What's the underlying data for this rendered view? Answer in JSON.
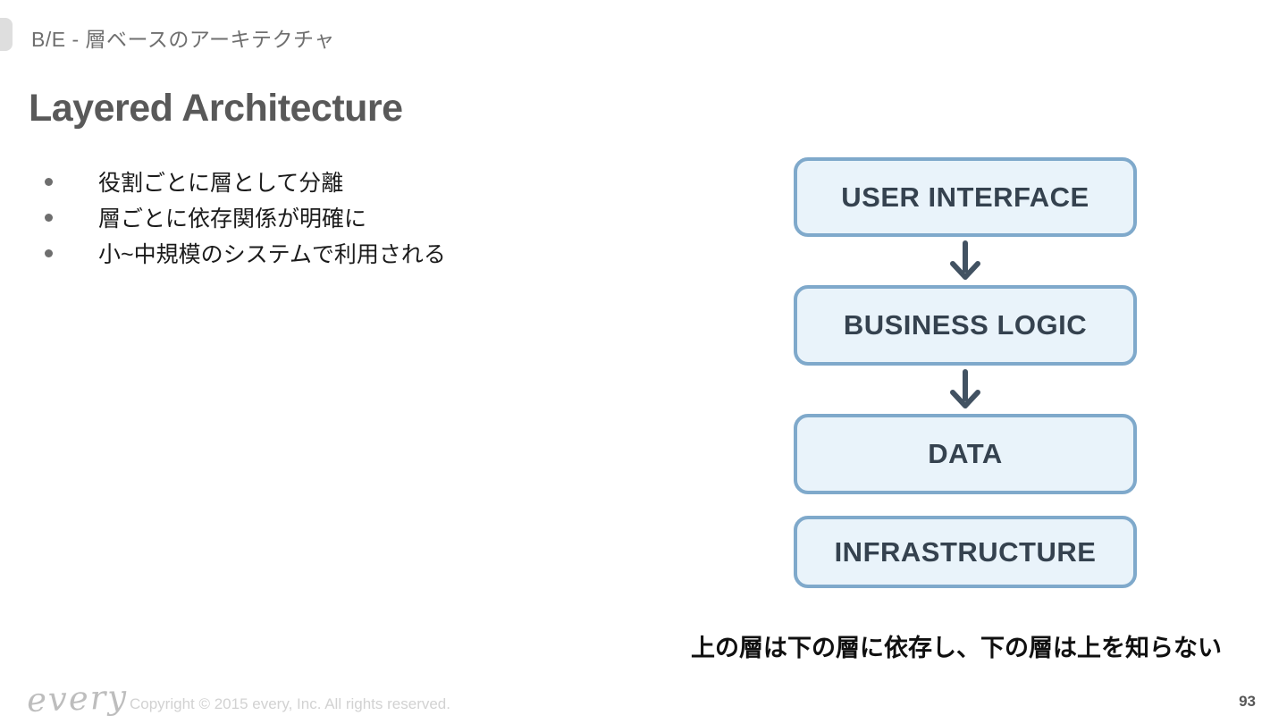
{
  "slide": {
    "header": {
      "label": "B/E - 層ベースのアーキテクチャ"
    },
    "title": "Layered Architecture",
    "bullets": [
      "役割ごとに層として分離",
      "層ごとに依存関係が明確に",
      "小~中規模のシステムで利用される"
    ],
    "caption": "上の層は下の層に依存し、下の層は上を知らない",
    "footer": {
      "logo_text": "every",
      "copyright": "Copyright © 2015 every, Inc. All rights reserved.",
      "page_number": "93"
    }
  },
  "diagram": {
    "type": "layered-stack",
    "layers": [
      {
        "label": "USER INTERFACE"
      },
      {
        "label": "BUSINESS LOGIC"
      },
      {
        "label": "DATA"
      },
      {
        "label": "INFRASTRUCTURE"
      }
    ],
    "arrows_between": [
      [
        0,
        1
      ],
      [
        1,
        2
      ]
    ],
    "colors": {
      "box_fill": "#e9f3fa",
      "box_border": "#7fa9cb",
      "box_text": "#35424f",
      "arrow": "#425262"
    }
  }
}
